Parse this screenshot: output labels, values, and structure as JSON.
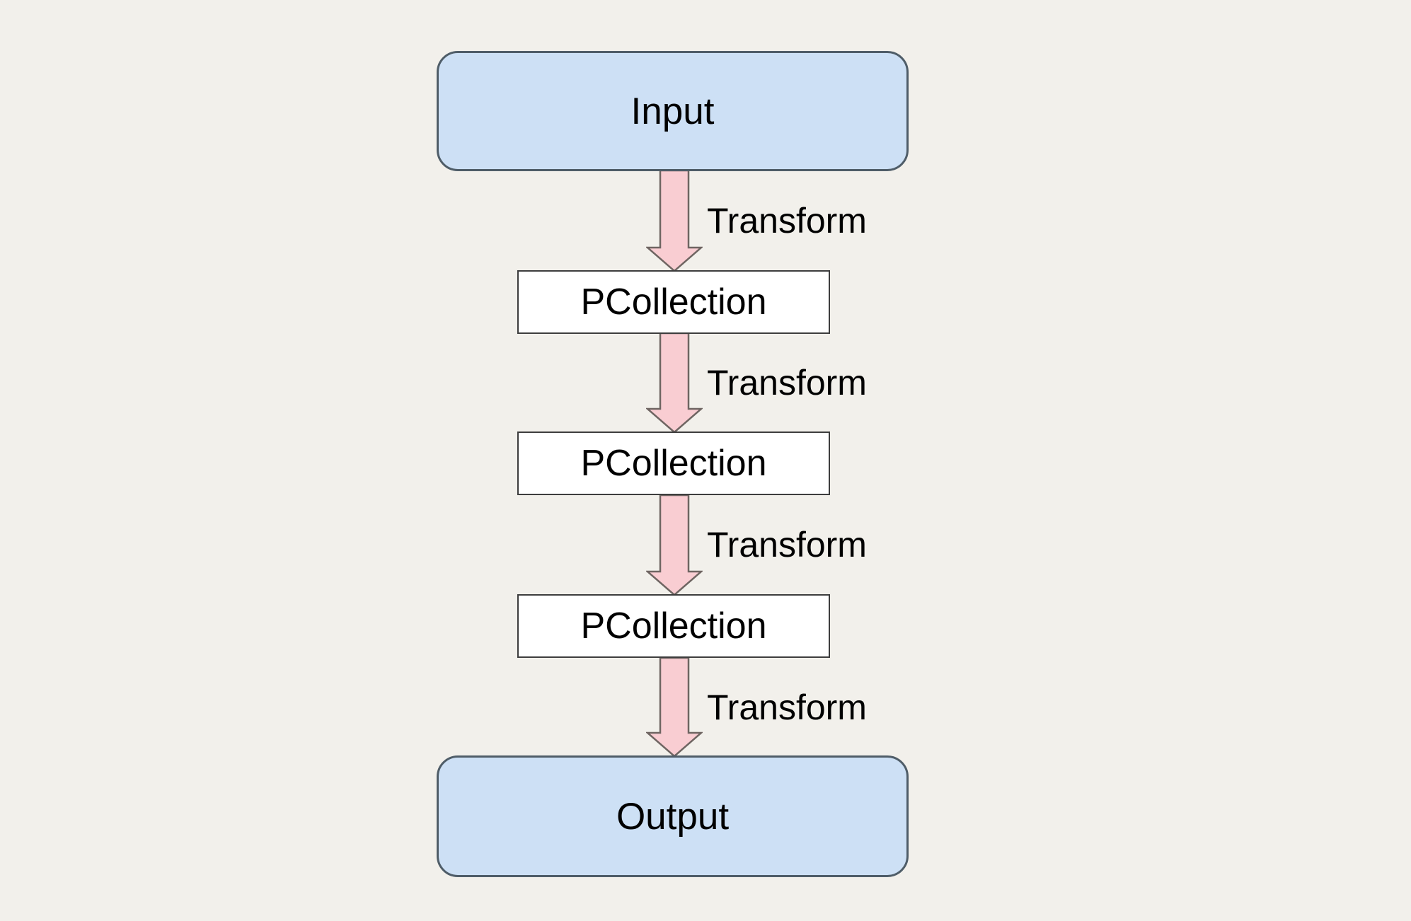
{
  "diagram": {
    "type": "flowchart",
    "direction": "top-down",
    "nodes": [
      {
        "id": "input",
        "label": "Input",
        "shape": "rounded-rectangle"
      },
      {
        "id": "pcollection-1",
        "label": "PCollection",
        "shape": "rectangle"
      },
      {
        "id": "pcollection-2",
        "label": "PCollection",
        "shape": "rectangle"
      },
      {
        "id": "pcollection-3",
        "label": "PCollection",
        "shape": "rectangle"
      },
      {
        "id": "output",
        "label": "Output",
        "shape": "rounded-rectangle"
      }
    ],
    "edges": [
      {
        "from": "input",
        "to": "pcollection-1",
        "label": "Transform"
      },
      {
        "from": "pcollection-1",
        "to": "pcollection-2",
        "label": "Transform"
      },
      {
        "from": "pcollection-2",
        "to": "pcollection-3",
        "label": "Transform"
      },
      {
        "from": "pcollection-3",
        "to": "output",
        "label": "Transform"
      }
    ],
    "colors": {
      "background": "#f2f0eb",
      "terminal_fill": "#cde0f5",
      "terminal_border": "#4f5d68",
      "process_fill": "#ffffff",
      "process_border": "#3d3d3d",
      "arrow_fill": "#f9cdd2",
      "arrow_border": "#6f6562",
      "text": "#000000"
    }
  }
}
